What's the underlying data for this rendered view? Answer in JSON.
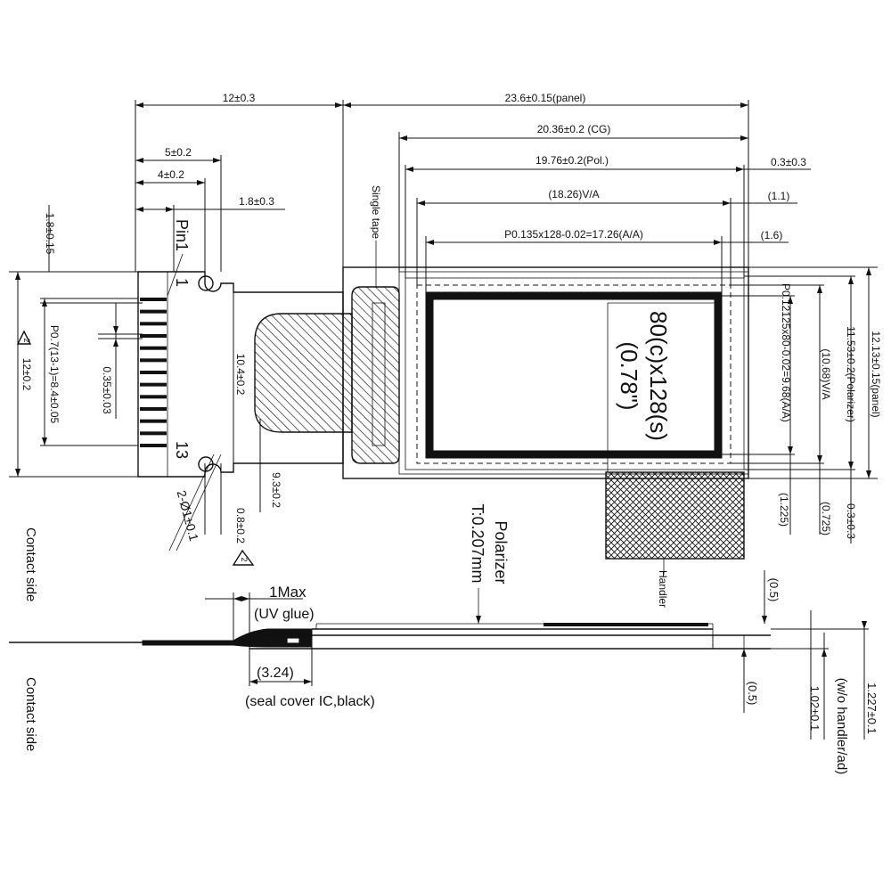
{
  "top_dimensions": {
    "fpc_width": "12±0.3",
    "panel_width": "23.6±0.15(panel)",
    "cg_width": "20.36±0.2 (CG)",
    "pol_width": "19.76±0.2(Pol.)",
    "pol_offset": "0.3±0.3",
    "va_width": "(18.26)V/A",
    "va_offset": "(1.1)",
    "aa_width": "P0.135x128-0.02=17.26(A/A)",
    "aa_offset": "(1.6)",
    "d5": "5±0.2",
    "d4": "4±0.2",
    "d18": "1.8±0.3"
  },
  "fpc": {
    "pin1_label": "Pin1",
    "pin_first": "1",
    "pin_last": "13",
    "pitch": "P0.7(13-1)=8.4±0.05",
    "pin_width": "0.35±0.03",
    "fpc_height": "12±0.2",
    "fpc_height_marker": "2",
    "top_offset": "1.8±0.15",
    "fpc_length": "10.4±0.2",
    "stiffener": "9.3±0.2",
    "hole": "2-Ø1±0.1",
    "slot": "0.8±0.2",
    "slot_marker": "2"
  },
  "display": {
    "resolution": "80(c)x128(s)",
    "diagonal": "(0.78\")",
    "single_tape": "Single tape",
    "handler_label": "Handler"
  },
  "right_dimensions": {
    "aa_height": "P0.12125x80-0.02=9.68(A/A)",
    "va_height": "(10.68)V/A",
    "pol_height": "11.53±0.2(Polarizer)",
    "panel_height": "12.13±0.15(panel)",
    "d1225": "(1.225)",
    "d0725": "(0.725)",
    "d03": "0.3±0.3"
  },
  "side_view": {
    "contact_side_top": "Contact side",
    "contact_side_bottom": "Contact side",
    "uv_max": "1Max",
    "uv_glue": "(UV glue)",
    "seal_dim": "(3.24)",
    "seal_label": "(seal cover IC,black)",
    "polarizer": "Polarizer",
    "pol_thickness": "T:0.207mm",
    "d05_top": "(0.5)",
    "d05_bottom": "(0.5)",
    "thickness_total": "1.227±0.1",
    "thickness_panel": "1.02±0.1",
    "wo_handler": "(w/o handler/ad)"
  }
}
